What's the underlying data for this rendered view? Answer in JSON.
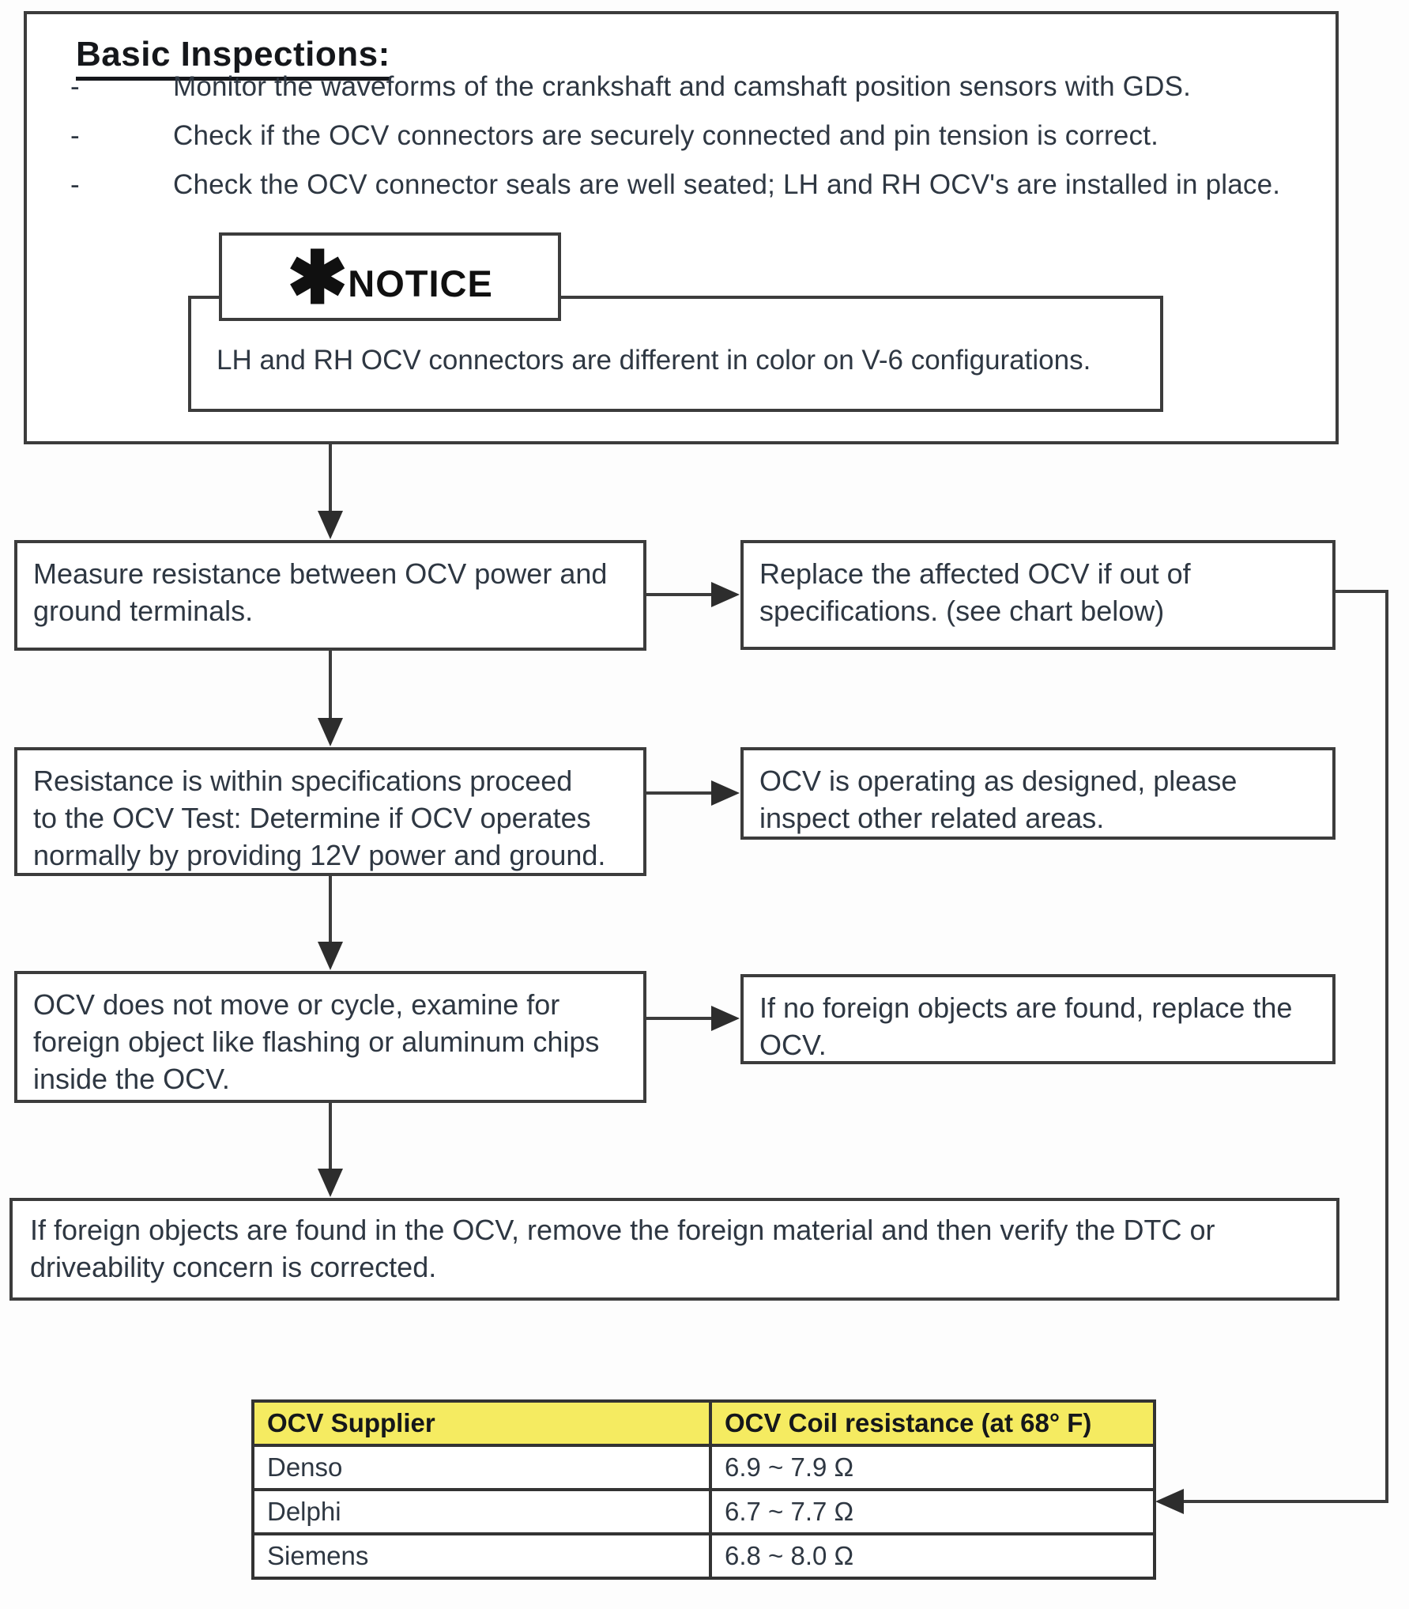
{
  "basic_inspections": {
    "title": "Basic Inspections:",
    "bullet_marker": "-",
    "bullets": [
      "Monitor the waveforms of the crankshaft and camshaft position sensors with GDS.",
      "Check if the OCV connectors are securely connected and pin tension is correct.",
      "Check the OCV connector seals are well seated; LH and RH OCV's are installed in place."
    ]
  },
  "notice": {
    "asterisk": "✱",
    "label": "NOTICE",
    "text": "LH and RH OCV connectors are different in color on V-6 configurations."
  },
  "flowchart": {
    "steps": [
      {
        "text": "Measure resistance between OCV power and\nground terminals."
      },
      {
        "text": "Resistance is within specifications proceed\nto the OCV Test: Determine if OCV operates\nnormally by providing 12V power and ground."
      },
      {
        "text": "OCV does not move or cycle, examine for\nforeign object like flashing or aluminum chips\ninside the OCV."
      }
    ],
    "results": [
      {
        "text": "Replace the affected OCV if out of\nspecifications. (see chart below)"
      },
      {
        "text": "OCV is operating as designed, please\ninspect other related areas."
      },
      {
        "text": "If no foreign objects are found, replace the\nOCV."
      }
    ],
    "final_step": "If foreign objects are found in the OCV, remove the foreign material and then verify the DTC or\ndriveability concern is corrected."
  },
  "spec_table": {
    "headers": [
      "OCV Supplier",
      "OCV Coil resistance (at 68° F)"
    ],
    "rows": [
      {
        "supplier": "Denso",
        "resistance": "6.9 ~ 7.9 Ω"
      },
      {
        "supplier": "Delphi",
        "resistance": "6.7 ~ 7.7 Ω"
      },
      {
        "supplier": "Siemens",
        "resistance": "6.8 ~ 8.0 Ω"
      }
    ]
  },
  "colors": {
    "table_header_bg": "#f5eb61",
    "border": "#3c3c3c",
    "text": "#2e3742"
  }
}
